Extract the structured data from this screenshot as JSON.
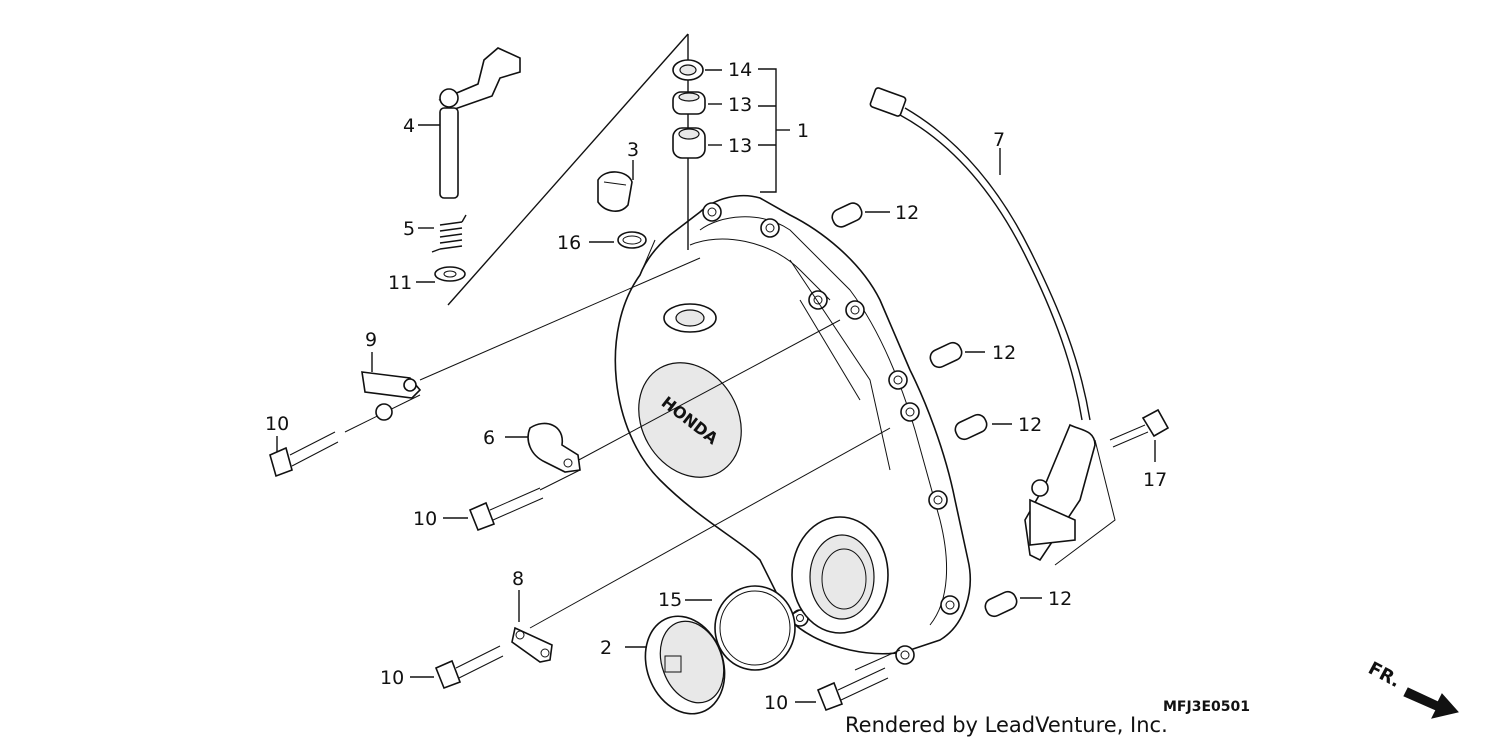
{
  "callouts": {
    "c1": "1",
    "c2": "2",
    "c3": "3",
    "c4": "4",
    "c5": "5",
    "c6": "6",
    "c7": "7",
    "c8": "8",
    "c9": "9",
    "c10a": "10",
    "c10b": "10",
    "c10c": "10",
    "c10d": "10",
    "c11": "11",
    "c12a": "12",
    "c12b": "12",
    "c12c": "12",
    "c12d": "12",
    "c13a": "13",
    "c13b": "13",
    "c14": "14",
    "c15": "15",
    "c16": "16",
    "c17": "17"
  },
  "cover_logo": "HONDA",
  "diagram_code": "MFJ3E0501",
  "direction_label": "FR.",
  "credit": "Rendered by LeadVenture, Inc."
}
